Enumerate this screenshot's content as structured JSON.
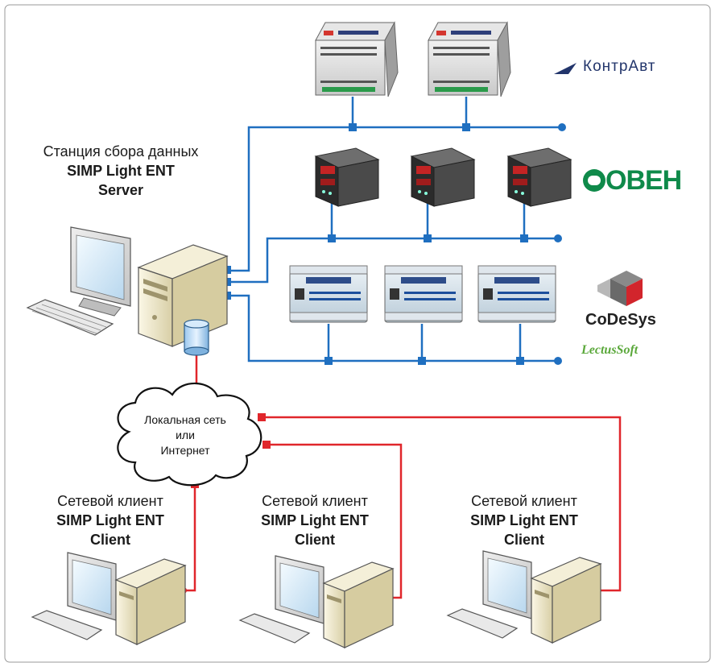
{
  "server": {
    "line1": "Станция сбора данных",
    "line2": "SIMP Light ENT",
    "line3": "Server"
  },
  "network": {
    "line1": "Локальная сеть",
    "line2": "или",
    "line3": "Интернет"
  },
  "clients": [
    {
      "line1": "Сетевой клиент",
      "line2": "SIMP Light ENT",
      "line3": "Client"
    },
    {
      "line1": "Сетевой клиент",
      "line2": "SIMP Light ENT",
      "line3": "Client"
    },
    {
      "line1": "Сетевой клиент",
      "line2": "SIMP Light ENT",
      "line3": "Client"
    }
  ],
  "brands": {
    "kontravt": "КонтрАвт",
    "owen": "ОВЕН",
    "codesys": "CoDeSys",
    "lectus": "LectusSoft"
  },
  "colors": {
    "bus_line": "#1f6fc0",
    "network_line": "#e0262b",
    "tower_case": "#e8e0c0",
    "owen_green": "#0f8a4a",
    "kontravt_blue": "#22356b"
  },
  "icons": {
    "server": "server-computer-icon",
    "database": "database-icon",
    "cloud": "cloud-icon",
    "client": "client-computer-icon",
    "din_module": "din-rail-module-icon",
    "panel_controller": "panel-controller-icon",
    "plc": "plc-module-icon"
  }
}
